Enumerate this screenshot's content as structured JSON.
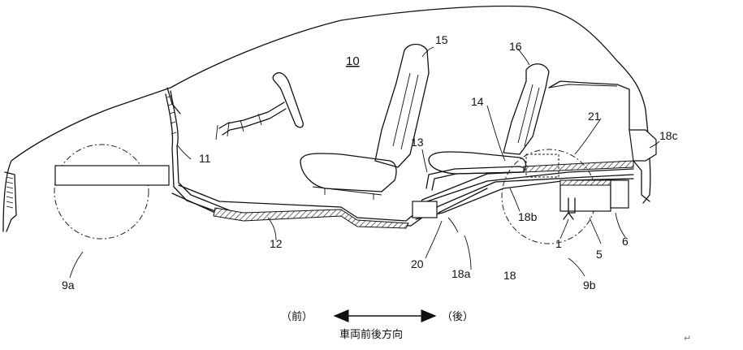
{
  "labels": {
    "vehicle": "10",
    "l1": "1",
    "l5": "5",
    "l6": "6",
    "l9a": "9a",
    "l9b": "9b",
    "l11": "11",
    "l12": "12",
    "l13": "13",
    "l14": "14",
    "l15": "15",
    "l16": "16",
    "l18": "18",
    "l18a": "18a",
    "l18b": "18b",
    "l18c": "18c",
    "l20": "20",
    "l21": "21"
  },
  "direction": {
    "front": "（前）",
    "rear": "（後）",
    "caption": "車両前後方向"
  },
  "mark": "↵"
}
